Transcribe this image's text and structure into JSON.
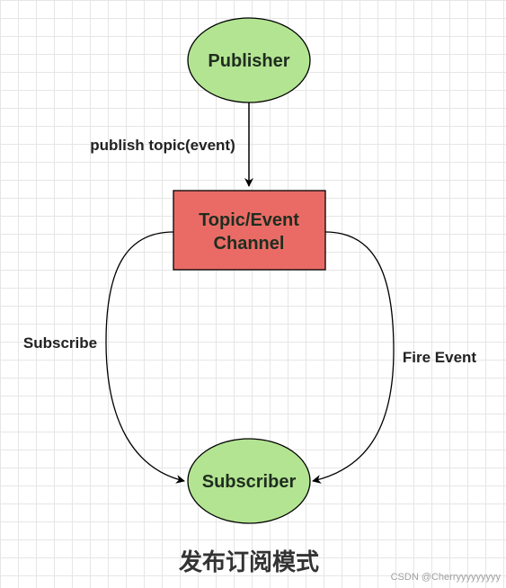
{
  "nodes": {
    "publisher": {
      "label": "Publisher"
    },
    "channel": {
      "label_line1": "Topic/Event",
      "label_line2": "Channel"
    },
    "subscriber": {
      "label": "Subscriber"
    }
  },
  "edges": {
    "publish": {
      "label": "publish topic(event)"
    },
    "subscribe": {
      "label": "Subscribe"
    },
    "fire_event": {
      "label": "Fire Event"
    }
  },
  "caption": "发布订阅模式",
  "watermark": "CSDN @Cherryyyyyyyyy",
  "colors": {
    "ellipse_fill": "#b3e492",
    "ellipse_stroke": "#000000",
    "channel_fill": "#ea6b66",
    "channel_stroke": "#000000",
    "arrow": "#000000"
  }
}
